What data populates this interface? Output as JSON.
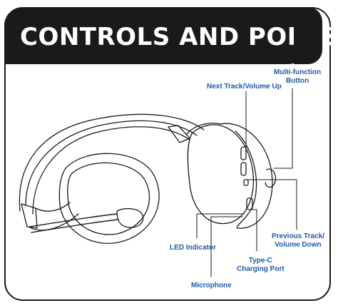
{
  "title": "CONTROLS AND PORTS",
  "labels": {
    "multifunction_line1": "Multi-function",
    "multifunction_line2": "Button",
    "next_track": "Next Track/Volume Up",
    "previous_track_line1": "Previous Track/",
    "previous_track_line2": "Volume Down",
    "led_indicator": "LED Indicator",
    "type_c_line1": "Type-C",
    "type_c_line2": "Charging Port",
    "microphone": "Microphone"
  },
  "colors": {
    "label_text": "#1f5aa8",
    "title_bar": "#1a1a1a",
    "line_art": "#1a1a1a"
  }
}
